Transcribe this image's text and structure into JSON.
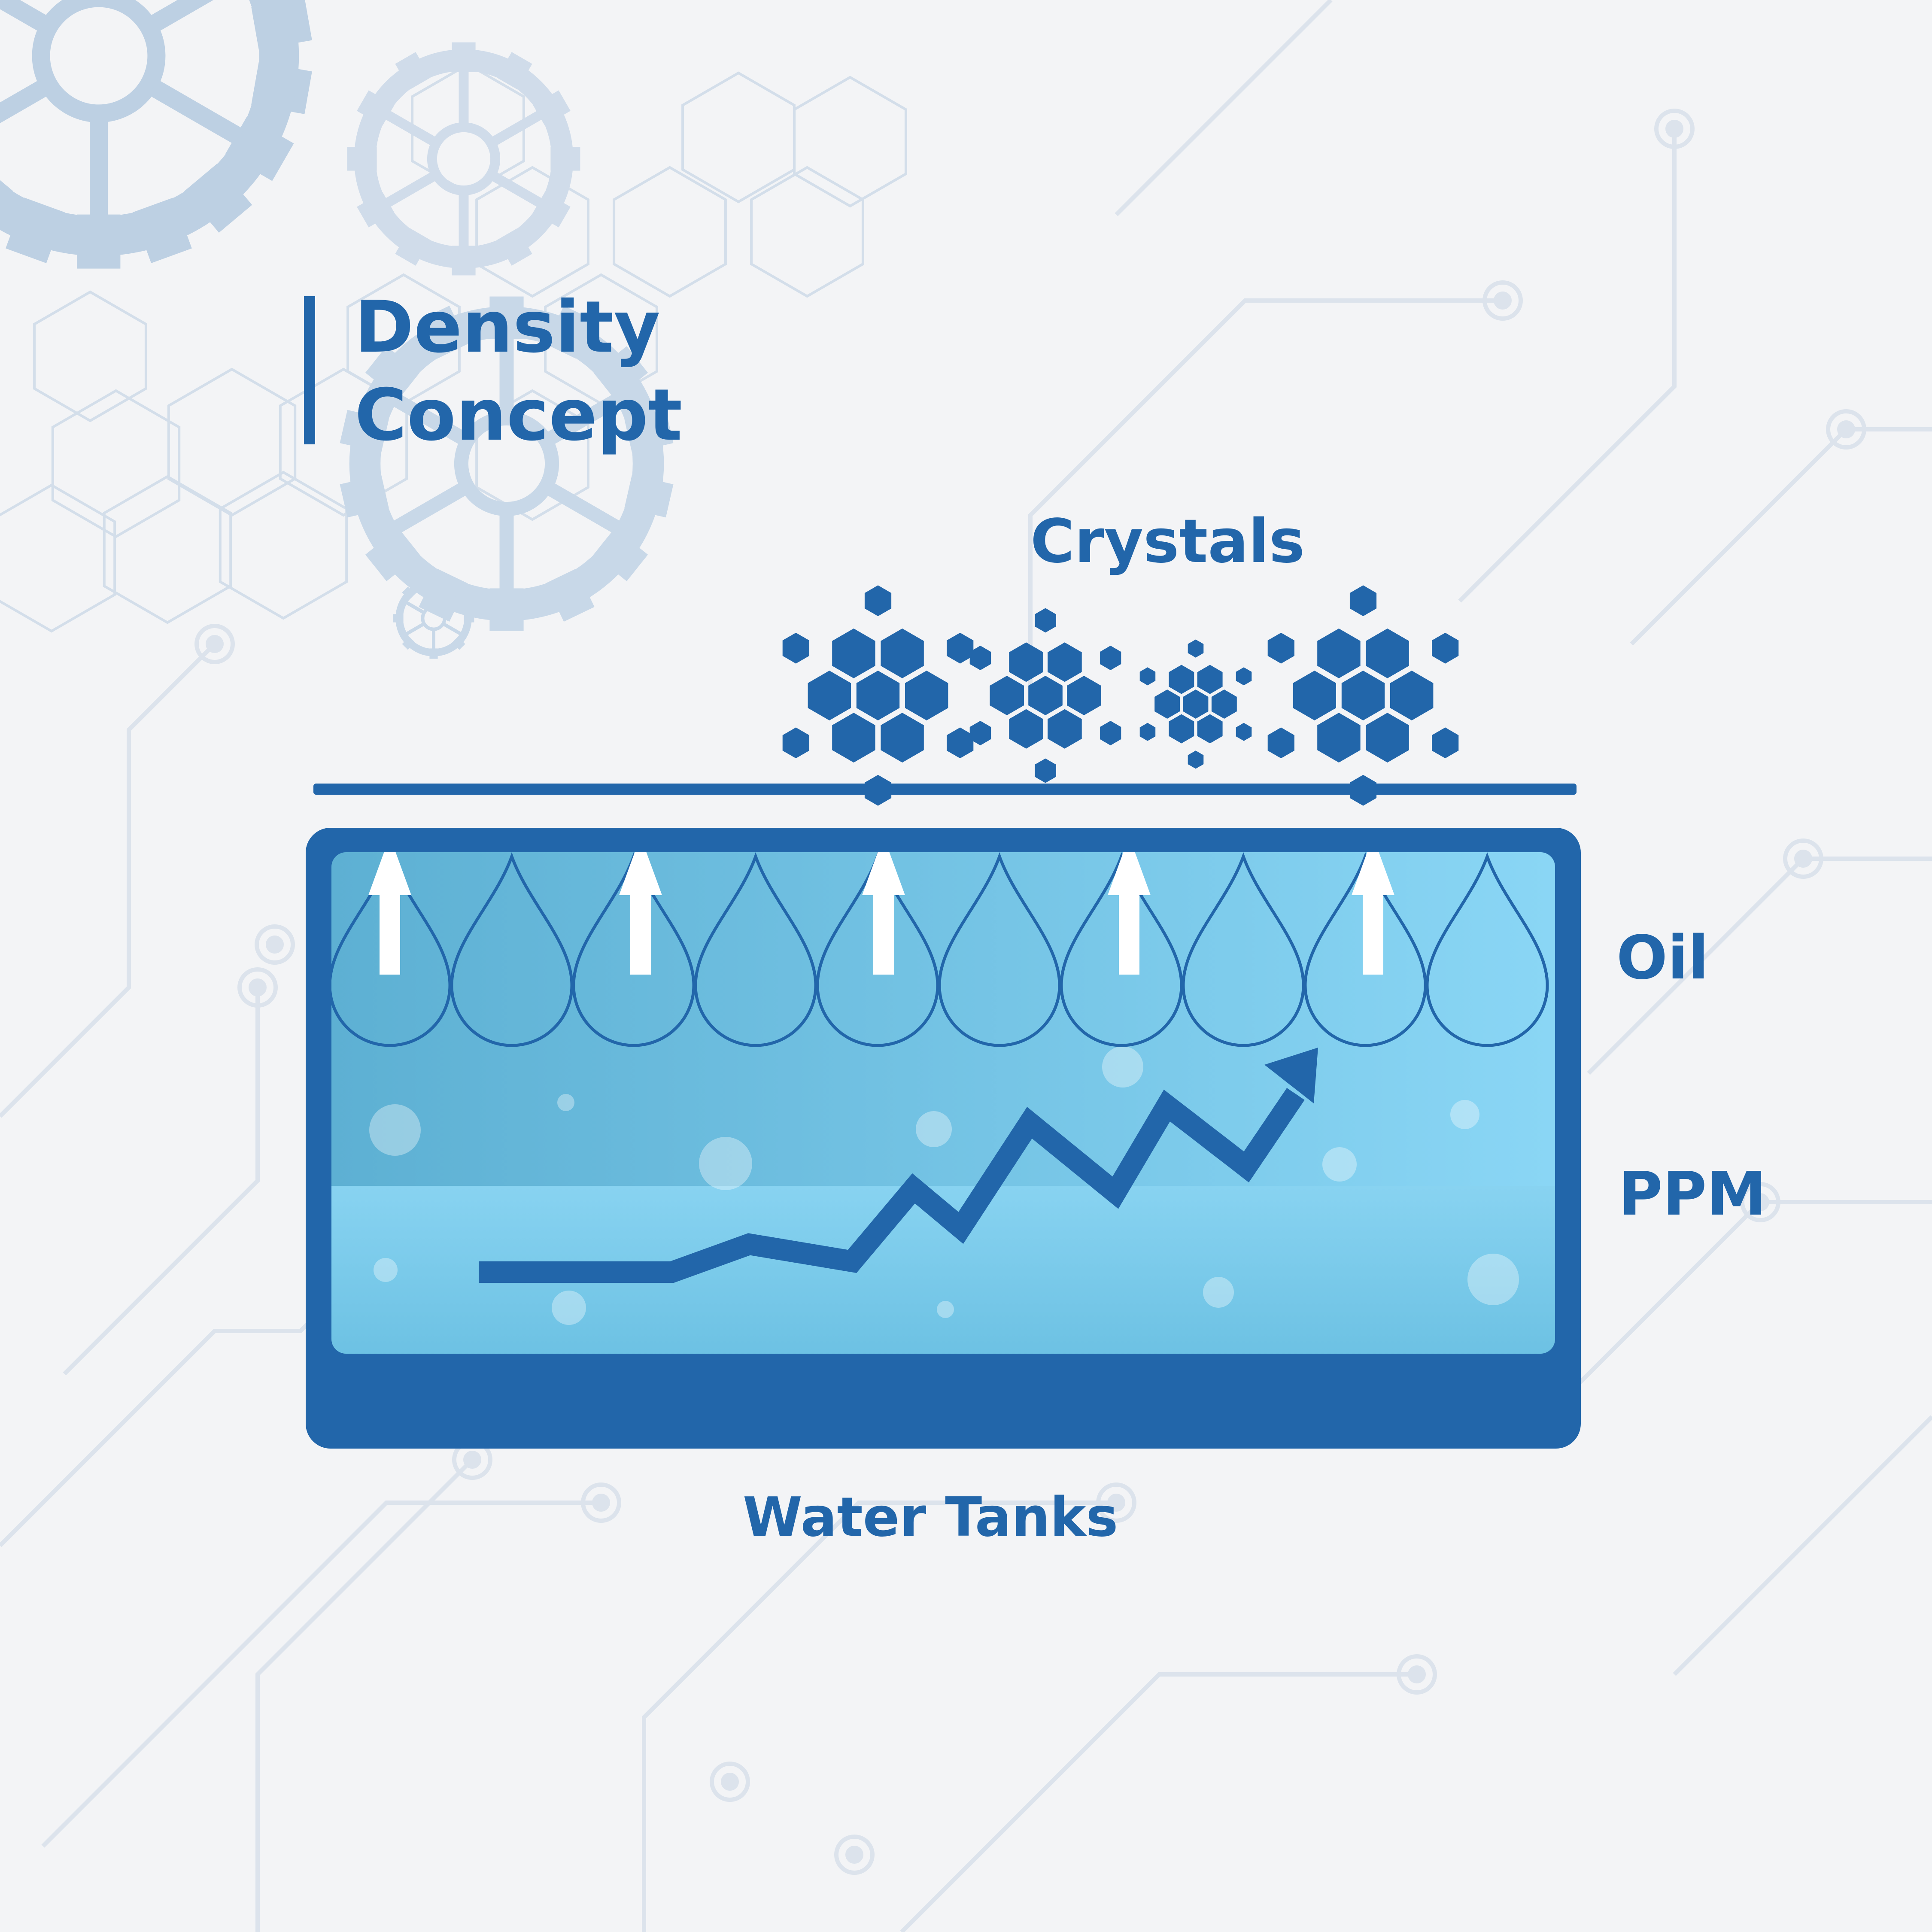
{
  "title": {
    "line1": "Density",
    "line2": "Concept"
  },
  "labels": {
    "crystals": "Crystals",
    "oil": "Oil",
    "ppm": "PPM",
    "water_tanks": "Water Tanks"
  },
  "colors": {
    "primary": "#2266aa",
    "oil_layer": "#66b6d6",
    "water_layer": "#86d0ee",
    "background": "#f3f4f6",
    "decor": "#c5d6e8",
    "arrow": "#ffffff"
  },
  "icons": [
    "gear-icon",
    "hexagon-crystal-icon",
    "drop-icon",
    "up-arrow-icon",
    "trend-arrow-icon",
    "bubble-icon"
  ]
}
